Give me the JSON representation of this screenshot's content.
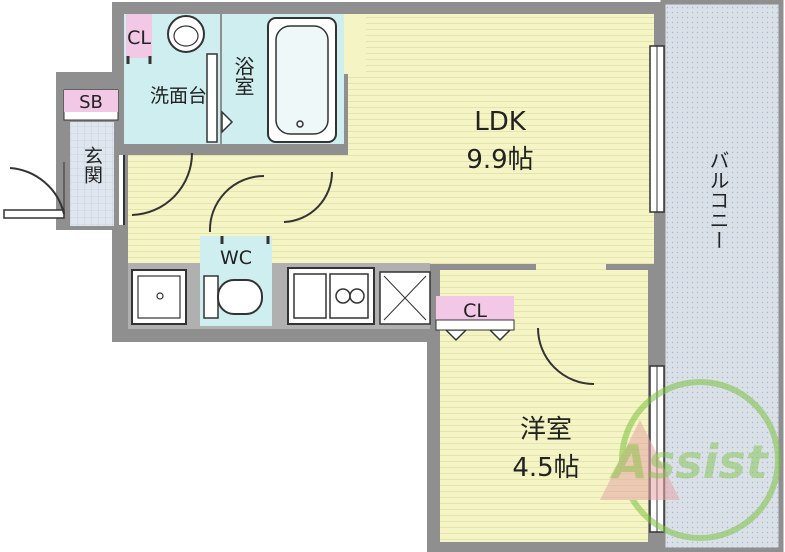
{
  "colors": {
    "wall": "#8f8f8f",
    "floor_main": "#f4f4c4",
    "floor_wet": "#cfeef0",
    "tile": "#dfe6ee",
    "closet": "#f2c8e6",
    "balcony": "#d9e0e8",
    "logo": "#7cc23e"
  },
  "rooms": {
    "ldk": {
      "name": "LDK",
      "size": "9.9帖"
    },
    "western": {
      "name": "洋室",
      "size": "4.5帖"
    },
    "bath": {
      "name": "浴室"
    },
    "washroom": {
      "name": "洗面台"
    },
    "toilet": {
      "name": "WC"
    },
    "entrance": {
      "name": "玄関"
    },
    "closet_left": {
      "name": "CL"
    },
    "closet_right": {
      "name": "CL"
    },
    "shoe_box": {
      "name": "SB"
    },
    "balcony": {
      "name": "バルコニー"
    }
  },
  "watermark": {
    "text": "Assist"
  }
}
